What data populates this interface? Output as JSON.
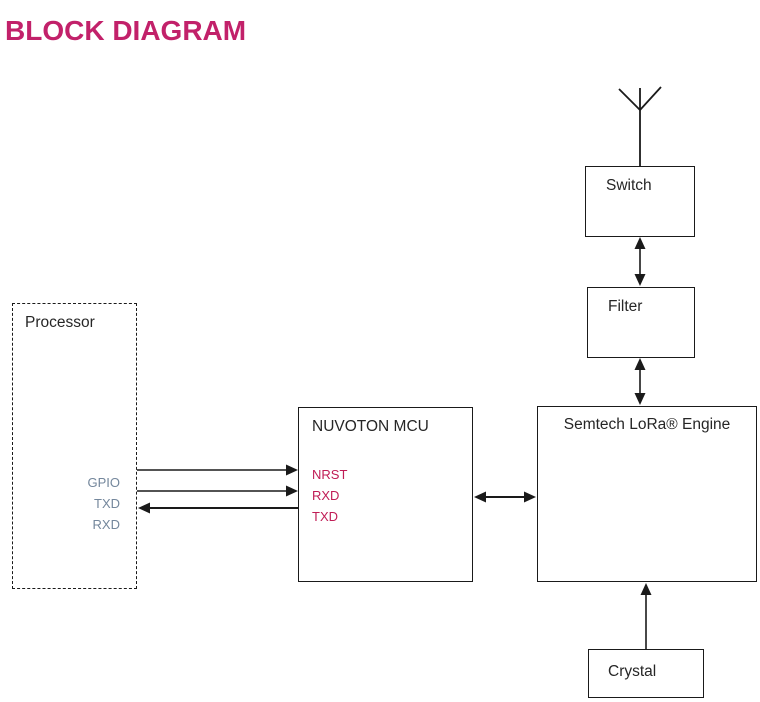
{
  "page": {
    "title": "BLOCK DIAGRAM"
  },
  "colors": {
    "title": "#c2216a",
    "line": "#1a1a1a",
    "mcu_pin_text": "#c01d56",
    "processor_pin_text": "#74879c",
    "box_border": "#1a1a1a",
    "box_text": "#262626"
  },
  "blocks": {
    "switch": {
      "label": "Switch"
    },
    "filter": {
      "label": "Filter"
    },
    "lora": {
      "label": "Semtech LoRa® Engine"
    },
    "mcu": {
      "label": "NUVOTON MCU",
      "pins": [
        "NRST",
        "RXD",
        "TXD"
      ]
    },
    "crystal": {
      "label": "Crystal"
    },
    "processor": {
      "label": "Processor",
      "pins": [
        "GPIO",
        "TXD",
        "RXD"
      ]
    }
  },
  "icons": {
    "antenna": "antenna-icon"
  },
  "connections": [
    {
      "from": "antenna",
      "to": "switch",
      "type": "plain-line"
    },
    {
      "from": "switch",
      "to": "filter",
      "type": "double-arrow"
    },
    {
      "from": "filter",
      "to": "lora",
      "type": "double-arrow"
    },
    {
      "from": "mcu",
      "to": "lora",
      "type": "double-arrow"
    },
    {
      "from": "crystal",
      "to": "lora",
      "type": "arrow"
    },
    {
      "from": "processor",
      "to": "mcu",
      "pin": "GPIO→NRST",
      "type": "arrow"
    },
    {
      "from": "processor",
      "to": "mcu",
      "pin": "TXD→RXD",
      "type": "arrow"
    },
    {
      "from": "mcu",
      "to": "processor",
      "pin": "TXD→RXD",
      "type": "arrow"
    }
  ]
}
